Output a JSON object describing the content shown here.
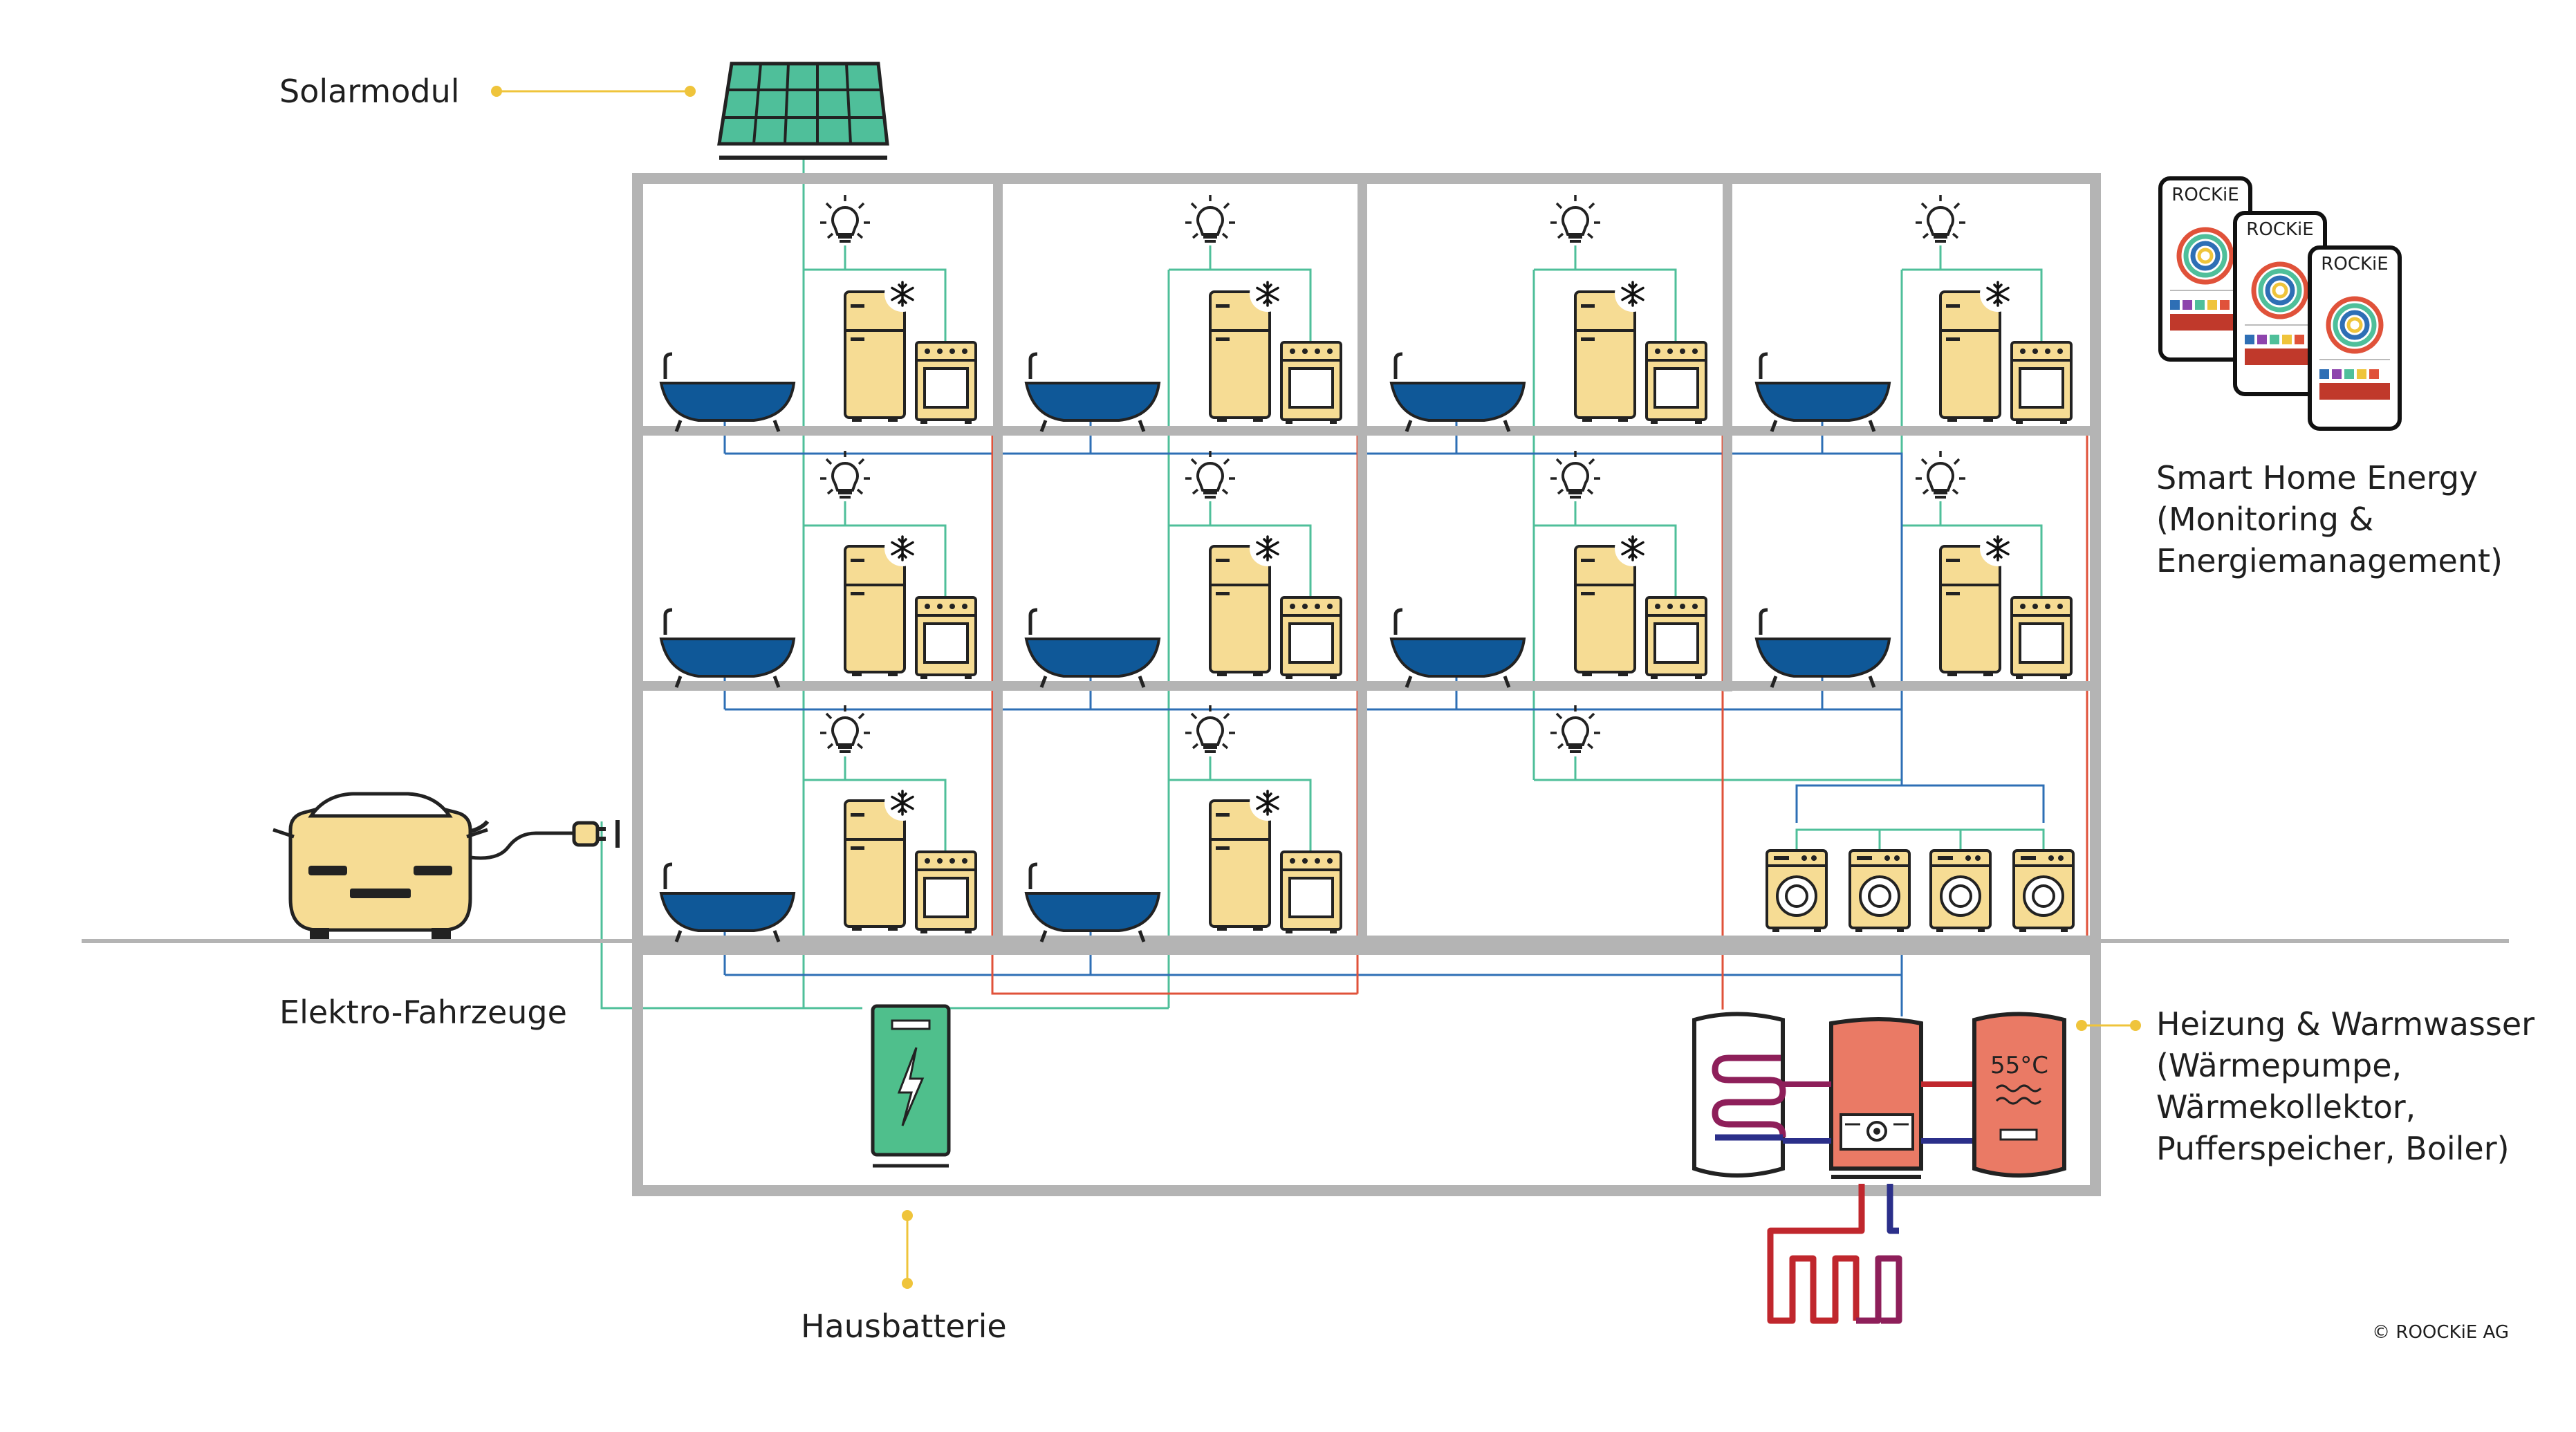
{
  "labels": {
    "solar": "Solarmodul",
    "smart_home_lines": [
      "Smart Home Energy",
      "(Monitoring &",
      "Energiemanagement)"
    ],
    "ev": "Elektro-Fahrzeuge",
    "heating_lines": [
      "Heizung & Warmwasser",
      "(Wärmepumpe,",
      "Wärmekollektor,",
      "Pufferspeicher, Boiler)"
    ],
    "battery": "Hausbatterie",
    "boiler_temp": "55°C",
    "app_brand": "ROCKiE",
    "copyright": "© ROOCKiE AG"
  },
  "colors": {
    "wall": "#b4b4b4",
    "water_line": "#2e6fb5",
    "power_line": "#4fbf9a",
    "heat_line": "#e0523a",
    "appliance": "#f6dc94",
    "bathtub": "#0f5898",
    "battery": "#4fbf8c",
    "heater": "#ea7a65",
    "leader_dot": "#efc43b",
    "floor_loop_hot": "#c0272d",
    "floor_loop_cold": "#2b2f8a"
  },
  "icons": {
    "solar": "solar-panel-icon",
    "lightbulb": "lightbulb-icon",
    "fridge": "fridge-icon",
    "snowflake": "snowflake-icon",
    "stove": "stove-icon",
    "bathtub": "bathtub-icon",
    "washer": "washing-machine-icon",
    "car": "electric-car-icon",
    "plug": "plug-icon",
    "battery": "house-battery-icon",
    "buffer": "buffer-tank-icon",
    "heatpump": "heat-pump-icon",
    "boiler": "boiler-icon",
    "phone": "smartphone-app-icon",
    "floor_heating": "floor-heating-loop-icon"
  }
}
